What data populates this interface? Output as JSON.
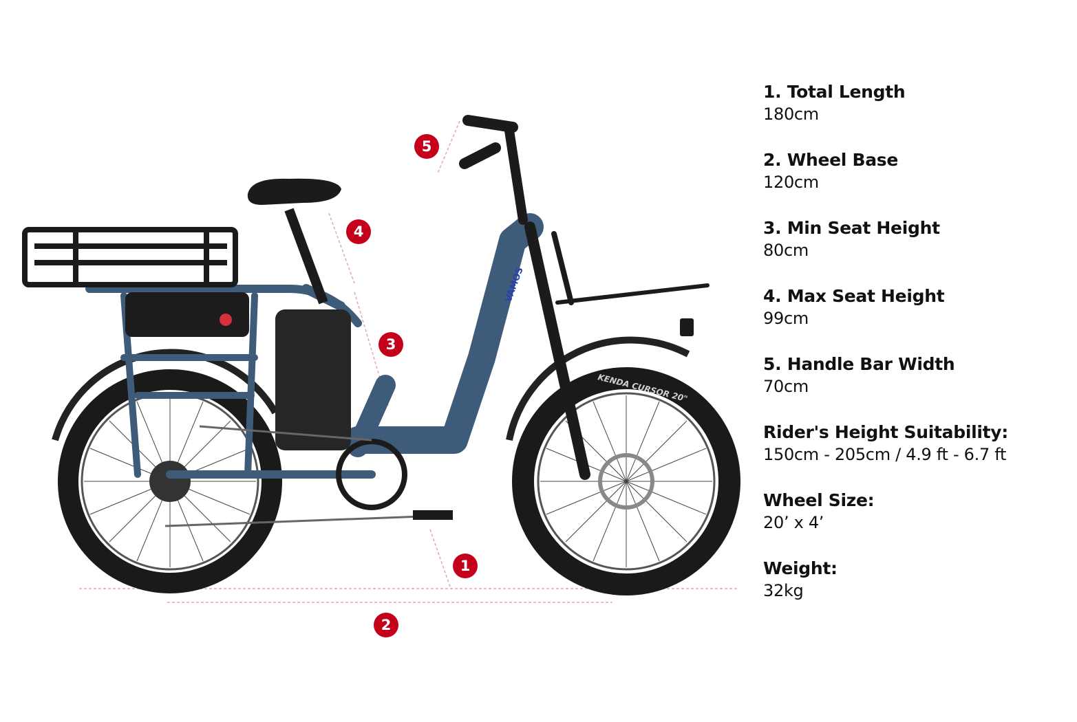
{
  "colors": {
    "marker": "#c4001a",
    "frame": "#3f5b7a",
    "dash": "#e0a8ae"
  },
  "image": {
    "brand_on_frame": "VAMOS",
    "tire_text": "KENDA CURSOR 20\""
  },
  "markers": [
    "1",
    "2",
    "3",
    "4",
    "5"
  ],
  "specs": [
    {
      "title": "1. Total Length",
      "value": "180cm"
    },
    {
      "title": "2. Wheel Base",
      "value": "120cm"
    },
    {
      "title": "3. Min Seat Height",
      "value": "80cm"
    },
    {
      "title": "4. Max Seat Height",
      "value": "99cm"
    },
    {
      "title": "5. Handle Bar Width",
      "value": "70cm"
    },
    {
      "title": "Rider's Height Suitability:",
      "value": "150cm - 205cm / 4.9 ft - 6.7 ft"
    },
    {
      "title": "Wheel Size:",
      "value": "20’ x 4’"
    },
    {
      "title": "Weight:",
      "value": "32kg"
    }
  ]
}
